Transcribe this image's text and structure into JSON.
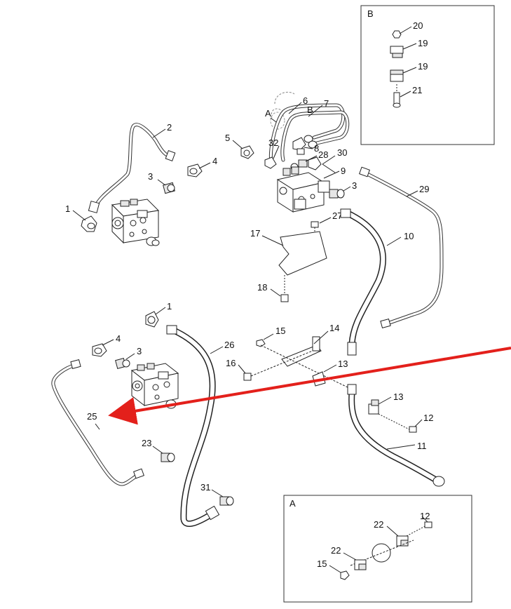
{
  "diagram": {
    "callouts": {
      "n1_top": "1",
      "n2": "2",
      "n3_top_left": "3",
      "n4_top": "4",
      "n5": "5",
      "n6": "6",
      "n7": "7",
      "label_a_top": "A",
      "label_b_top": "B",
      "n32": "32",
      "n8": "8",
      "n28": "28",
      "n30": "30",
      "n9": "9",
      "n3_top_right": "3",
      "n29": "29",
      "n27": "27",
      "n10": "10",
      "n17": "17",
      "n18": "18",
      "n1_bottom": "1",
      "n4_bottom": "4",
      "n3_bottom": "3",
      "n26": "26",
      "n15": "15",
      "n14": "14",
      "n16": "16",
      "n13_mid": "13",
      "n13_lower": "13",
      "n12": "12",
      "n25": "25",
      "n23": "23",
      "n11": "11",
      "n31": "31"
    },
    "inset_b": {
      "title": "B",
      "n20": "20",
      "n19_a": "19",
      "n19_b": "19",
      "n21": "21"
    },
    "inset_a": {
      "title": "A",
      "n12": "12",
      "n22_a": "22",
      "n22_b": "22",
      "n15": "15"
    },
    "highlight_color": "#e3201b"
  }
}
